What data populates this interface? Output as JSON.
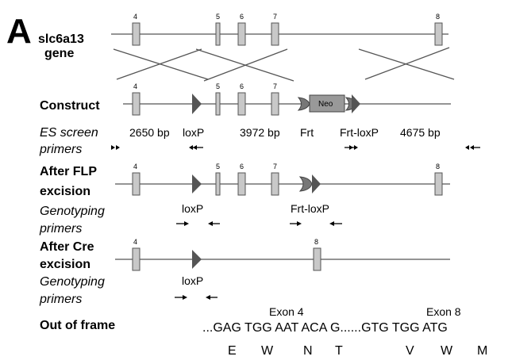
{
  "panel_letter": "A",
  "gene": {
    "name": "slc6a13",
    "suffix": "gene"
  },
  "exons": {
    "e4": "4",
    "e5": "5",
    "e6": "6",
    "e7": "7",
    "e8": "8"
  },
  "rows": {
    "construct": "Construct",
    "es_screen_1": "ES screen",
    "es_screen_2": "primers",
    "after_flp_1": "After FLP",
    "after_flp_2": "excision",
    "genotyping1_1": "Genotyping",
    "genotyping1_2": "primers",
    "after_cre_1": "After Cre",
    "after_cre_2": "excision",
    "genotyping2_1": "Genotyping",
    "genotyping2_2": "primers",
    "out_of_frame": "Out of frame"
  },
  "construct_labels": {
    "neo": "Neo",
    "bp_2650": "2650 bp",
    "loxp": "loxP",
    "bp_3972": "3972 bp",
    "frt": "Frt",
    "frt_loxp": "Frt-loxP",
    "bp_4675": "4675 bp"
  },
  "flp_labels": {
    "loxp": "loxP",
    "frt_loxp": "Frt-loxP"
  },
  "cre_labels": {
    "loxp": "loxP"
  },
  "sequence": {
    "exon4_label": "Exon 4",
    "exon8_label": "Exon 8",
    "codons": "...GAG TGG AAT ACA G......GTG TGG ATG",
    "amino_acids": [
      "E",
      "W",
      "N",
      "T",
      "V",
      "W",
      "M"
    ]
  },
  "colors": {
    "line": "#555555",
    "exon_fill": "#c8c8c8",
    "neo_fill": "#999999"
  }
}
